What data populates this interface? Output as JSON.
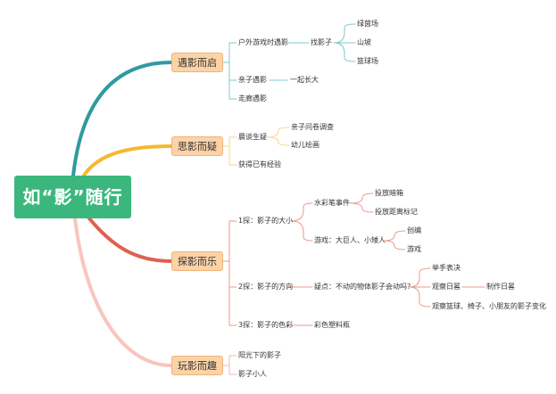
{
  "root": {
    "label": "如“影”随行"
  },
  "branches": [
    {
      "label": "遇影而启",
      "children": [
        {
          "label": "户外游戏时遇影",
          "children": [
            {
              "label": "找影子",
              "children": [
                {
                  "label": "绿茵场"
                },
                {
                  "label": "山坡"
                },
                {
                  "label": "篮球场"
                }
              ]
            }
          ]
        },
        {
          "label": "亲子遇影",
          "children": [
            {
              "label": "一起长大"
            }
          ]
        },
        {
          "label": "走廊遇影"
        }
      ]
    },
    {
      "label": "思影而疑",
      "children": [
        {
          "label": "晨谈生疑",
          "children": [
            {
              "label": "亲子问卷调查"
            },
            {
              "label": "幼儿绘画"
            }
          ]
        },
        {
          "label": "获得已有经验"
        }
      ]
    },
    {
      "label": "探影而乐",
      "children": [
        {
          "label": "1探：影子的大小",
          "children": [
            {
              "label": "水彩笔事件",
              "children": [
                {
                  "label": "投放暗箱"
                },
                {
                  "label": "投放距离标记"
                }
              ]
            },
            {
              "label": "游戏：大巨人、小矮人",
              "children": [
                {
                  "label": "创编"
                },
                {
                  "label": "游戏"
                }
              ]
            }
          ]
        },
        {
          "label": "2探：影子的方向",
          "children": [
            {
              "label": "疑点：不动的物体影子会动吗？",
              "children": [
                {
                  "label": "举手表决"
                },
                {
                  "label": "观察日晷",
                  "children": [
                    {
                      "label": "制作日晷"
                    }
                  ]
                },
                {
                  "label": "观察篮球、椅子、小朋友的影子变化"
                }
              ]
            }
          ]
        },
        {
          "label": "3探：影子的色彩",
          "children": [
            {
              "label": "彩色塑料瓶"
            }
          ]
        }
      ]
    },
    {
      "label": "玩影而趣",
      "children": [
        {
          "label": "阳光下的影子"
        },
        {
          "label": "影子小人"
        }
      ]
    }
  ],
  "colors": {
    "root": "#3bb77e",
    "branch_fill": "#fcd3a7",
    "connectors": [
      "#2f9aa0",
      "#f5b82e",
      "#e0604e",
      "#f7c6c0"
    ],
    "leaf_lines": [
      "#7fc9cf",
      "#f7d684",
      "#ec9a8e",
      "#f2b8b0"
    ]
  }
}
